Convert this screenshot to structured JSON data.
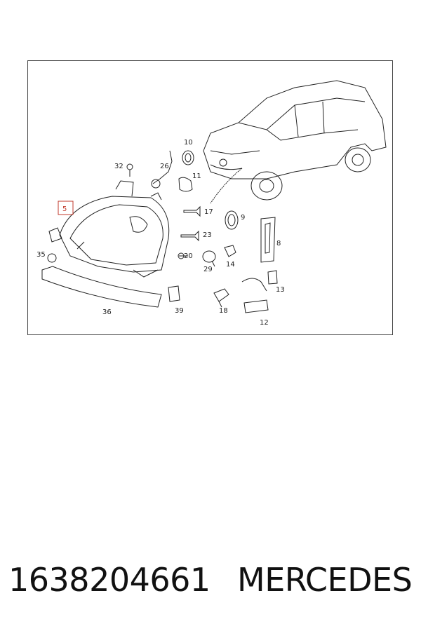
{
  "diagram": {
    "highlighted_callout": "5",
    "callouts": [
      "5",
      "8",
      "9",
      "10",
      "11",
      "12",
      "13",
      "14",
      "17",
      "18",
      "20",
      "23",
      "26",
      "29",
      "32",
      "35",
      "36",
      "39"
    ]
  },
  "caption": {
    "part_number": "1638204661",
    "brand": "MERCEDES"
  },
  "colors": {
    "highlight": "#c0392b",
    "line": "#222222"
  }
}
